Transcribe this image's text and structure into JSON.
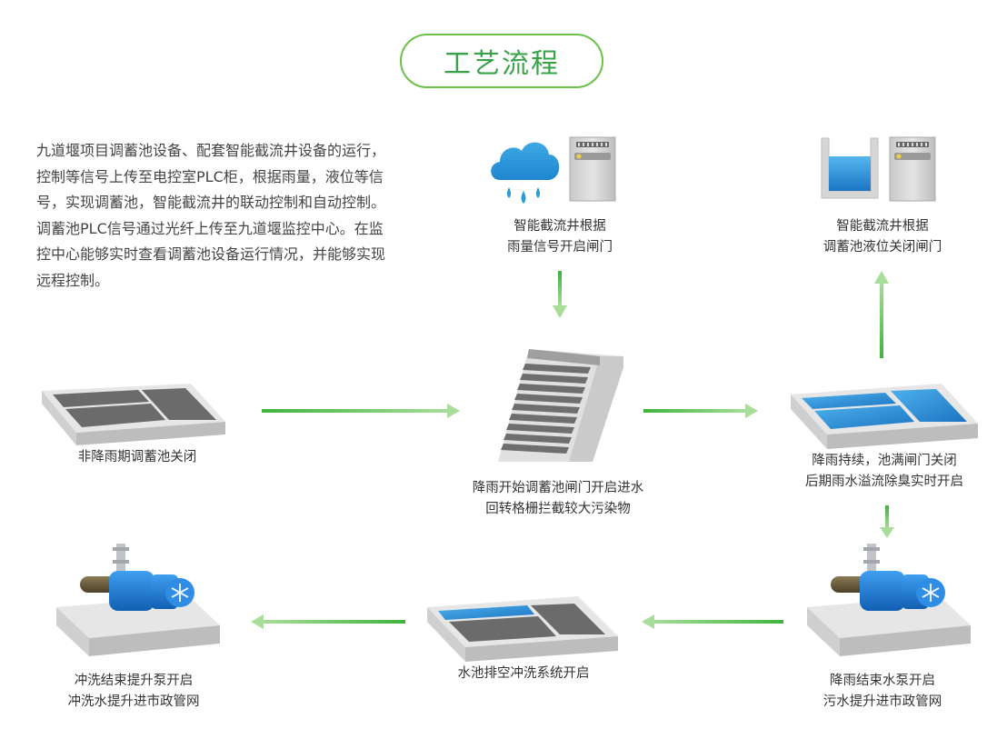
{
  "title": "工艺流程",
  "intro": "九道堰项目调蓄池设备、配套智能截流井设备的运行，控制等信号上传至电控室PLC柜，根据雨量，液位等信号，实现调蓄池，智能截流井的联动控制和自动控制。调蓄池PLC信号通过光纤上传至九道堰监控中心。在监控中心能够实时查看调蓄池设备运行情况，并能够实现远程控制。",
  "nodes": {
    "rain_gate": {
      "line1": "智能截流井根据",
      "line2": "雨量信号开启闸门"
    },
    "level_gate": {
      "line1": "智能截流井根据",
      "line2": "调蓄池液位关闭闸门"
    },
    "non_rain": {
      "line1": "非降雨期调蓄池关闭"
    },
    "rain_start": {
      "line1": "降雨开始调蓄池闸门开启进水",
      "line2": "回转格栅拦截较大污染物"
    },
    "rain_continue": {
      "line1": "降雨持续，池满闸门关闭",
      "line2": "后期雨水溢流除臭实时开启"
    },
    "rain_end": {
      "line1": "降雨结束水泵开启",
      "line2": "污水提升进市政管网"
    },
    "drain_flush": {
      "line1": "水池排空冲洗系统开启"
    },
    "flush_end": {
      "line1": "冲洗结束提升泵开启",
      "line2": "冲洗水提升进市政管网"
    }
  },
  "colors": {
    "accent": "#3aa34a",
    "arrow": "#7ccf6a",
    "water": "#2a8fd6",
    "cloud": "#2a9ad8",
    "pump": "#1e7fd8"
  }
}
